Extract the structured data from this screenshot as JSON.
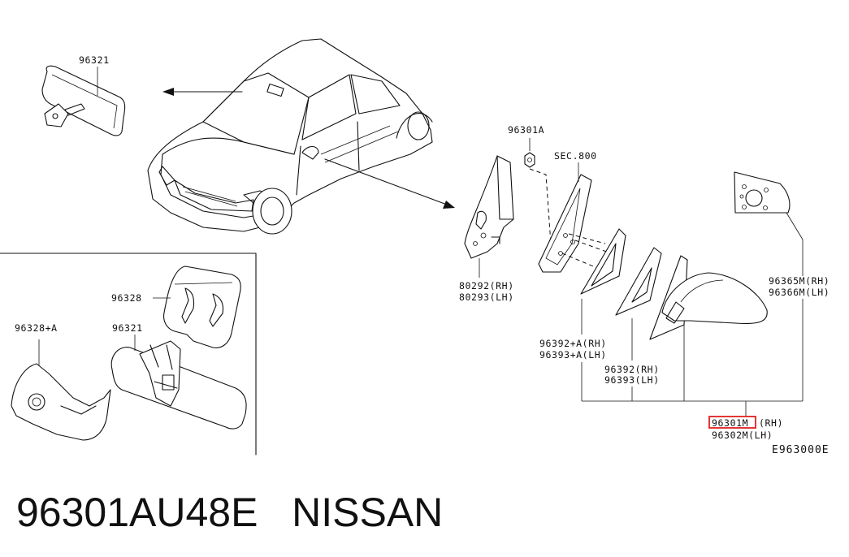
{
  "diagram": {
    "labels": {
      "p96321_top": "96321",
      "p96301A": "96301A",
      "sec800": "SEC.800",
      "p96328": "96328",
      "p96328A": "96328+A",
      "p96321_inset": "96321",
      "p80292": "80292(RH)",
      "p80293": "80293(LH)",
      "p96365M": "96365M(RH)",
      "p96366M": "96366M(LH)",
      "p96392A": "96392+A(RH)",
      "p96393A": "96393+A(LH)",
      "p96392": "96392(RH)",
      "p96393": "96393(LH)",
      "p96301M_num": "96301M",
      "p96301M_side": "(RH)",
      "p96302M": "96302M(LH)",
      "ref_code": "E963000E"
    },
    "highlight_color": "#e02020"
  },
  "caption": {
    "text": "96301AU48E   NISSAN"
  }
}
